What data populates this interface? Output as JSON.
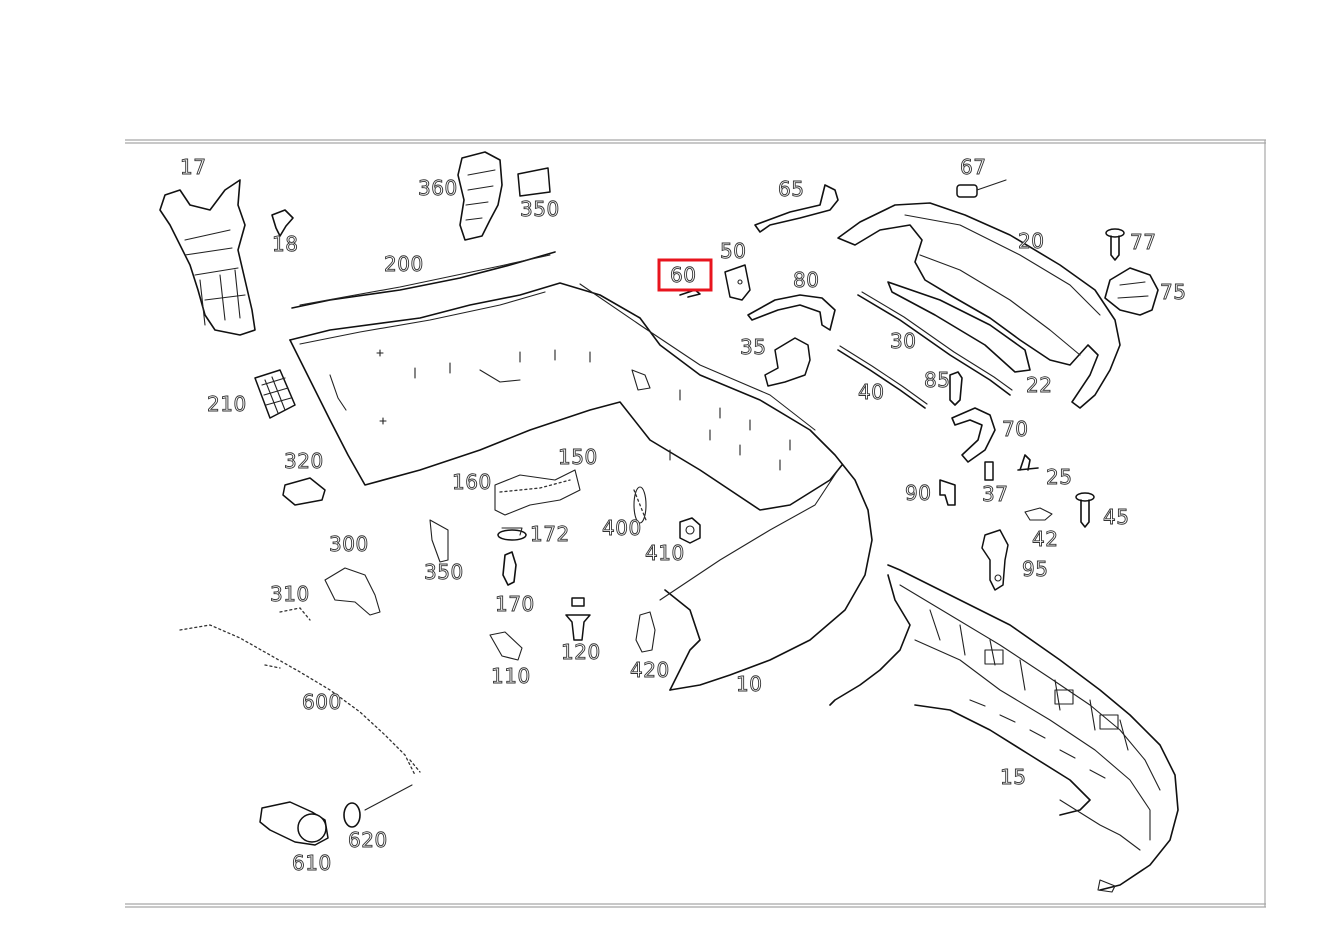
{
  "diagram": {
    "highlighted_part": "60",
    "highlight_color": "#e8141e",
    "callouts": [
      {
        "id": "17",
        "label": "17"
      },
      {
        "id": "18",
        "label": "18"
      },
      {
        "id": "360",
        "label": "360"
      },
      {
        "id": "350a",
        "label": "350"
      },
      {
        "id": "200",
        "label": "200"
      },
      {
        "id": "65",
        "label": "65"
      },
      {
        "id": "67",
        "label": "67"
      },
      {
        "id": "50",
        "label": "50"
      },
      {
        "id": "60",
        "label": "60"
      },
      {
        "id": "80",
        "label": "80"
      },
      {
        "id": "20",
        "label": "20"
      },
      {
        "id": "77",
        "label": "77"
      },
      {
        "id": "75",
        "label": "75"
      },
      {
        "id": "35",
        "label": "35"
      },
      {
        "id": "30",
        "label": "30"
      },
      {
        "id": "22",
        "label": "22"
      },
      {
        "id": "85",
        "label": "85"
      },
      {
        "id": "40",
        "label": "40"
      },
      {
        "id": "210",
        "label": "210"
      },
      {
        "id": "70",
        "label": "70"
      },
      {
        "id": "320",
        "label": "320"
      },
      {
        "id": "150",
        "label": "150"
      },
      {
        "id": "160",
        "label": "160"
      },
      {
        "id": "25",
        "label": "25"
      },
      {
        "id": "90",
        "label": "90"
      },
      {
        "id": "37",
        "label": "37"
      },
      {
        "id": "45",
        "label": "45"
      },
      {
        "id": "400",
        "label": "400"
      },
      {
        "id": "172",
        "label": "172"
      },
      {
        "id": "42",
        "label": "42"
      },
      {
        "id": "300",
        "label": "300"
      },
      {
        "id": "350b",
        "label": "350"
      },
      {
        "id": "410",
        "label": "410"
      },
      {
        "id": "95",
        "label": "95"
      },
      {
        "id": "310",
        "label": "310"
      },
      {
        "id": "170",
        "label": "170"
      },
      {
        "id": "120",
        "label": "120"
      },
      {
        "id": "420",
        "label": "420"
      },
      {
        "id": "110",
        "label": "110"
      },
      {
        "id": "10",
        "label": "10"
      },
      {
        "id": "600",
        "label": "600"
      },
      {
        "id": "15",
        "label": "15"
      },
      {
        "id": "620",
        "label": "620"
      },
      {
        "id": "610",
        "label": "610"
      }
    ]
  }
}
